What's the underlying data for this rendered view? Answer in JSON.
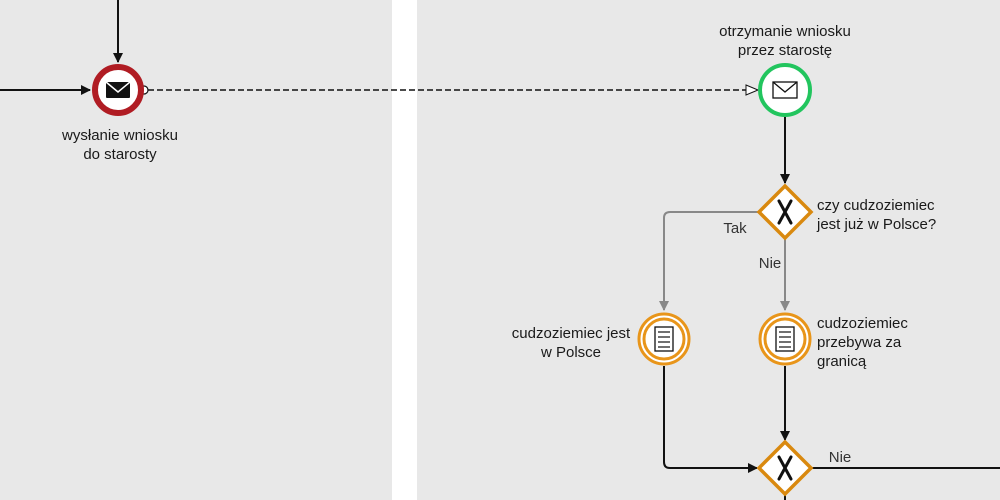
{
  "events": {
    "send_request": {
      "label": "wysłanie wniosku\ndo starosty"
    },
    "receive_request": {
      "label": "otrzymanie wniosku\nprzez starostę"
    },
    "in_poland": {
      "label": "cudzoziemiec jest\nw Polsce"
    },
    "abroad": {
      "label": "cudzoziemiec\nprzebywa za\ngranicą"
    }
  },
  "gateways": {
    "is_in_poland": {
      "label": "czy cudzoziemiec\njest już w Polsce?"
    }
  },
  "flows": {
    "yes_label": "Tak",
    "no_label": "Nie",
    "no_label_2": "Nie"
  },
  "colors": {
    "lane": "#e8e8e8",
    "throw_event": "#b01c23",
    "start_event": "#22c55e",
    "intermediate_event": "#e8951a",
    "gateway": "#d9890f",
    "sequence_flow": "#111111",
    "conditional_flow": "#888888"
  }
}
